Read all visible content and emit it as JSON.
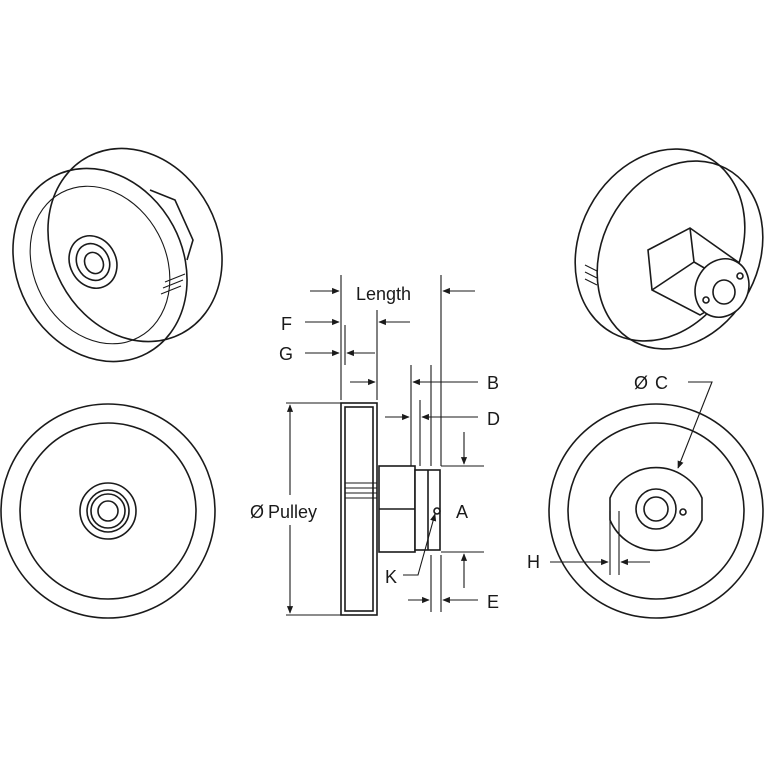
{
  "labels": {
    "length": "Length",
    "f": "F",
    "g": "G",
    "b": "B",
    "d": "D",
    "a": "A",
    "e": "E",
    "k": "K",
    "h": "H",
    "pulley": "Pulley",
    "c": "C",
    "diameter_symbol": "Ø"
  },
  "colors": {
    "line": "#1a1a1a",
    "background": "#ffffff"
  }
}
